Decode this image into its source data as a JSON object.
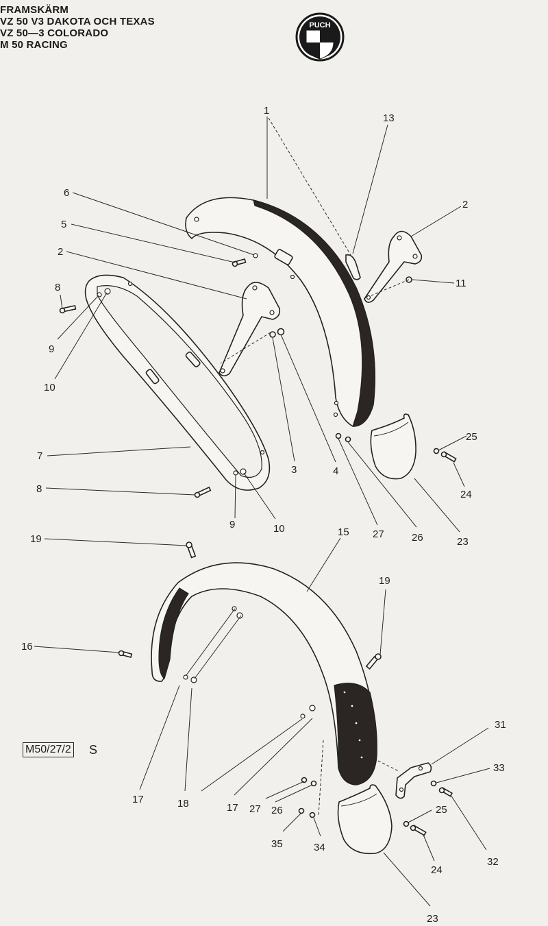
{
  "header": {
    "lines": [
      "FRAMSKÄRM",
      "VZ 50 V3 DAKOTA OCH TEXAS",
      "VZ 50—3 COLORADO",
      "M 50 RACING"
    ]
  },
  "logo": {
    "text": "PUCH",
    "icon": "puch-shield-logo"
  },
  "drawing_code": {
    "code": "M50/27/2",
    "suffix": "S"
  },
  "callouts": [
    {
      "id": "c1",
      "label": "1"
    },
    {
      "id": "c13",
      "label": "13"
    },
    {
      "id": "c6",
      "label": "6"
    },
    {
      "id": "c5",
      "label": "5"
    },
    {
      "id": "c2a",
      "label": "2"
    },
    {
      "id": "c2b",
      "label": "2"
    },
    {
      "id": "c11",
      "label": "11"
    },
    {
      "id": "c8a",
      "label": "8"
    },
    {
      "id": "c9a",
      "label": "9"
    },
    {
      "id": "c10a",
      "label": "10"
    },
    {
      "id": "c7",
      "label": "7"
    },
    {
      "id": "c3",
      "label": "3"
    },
    {
      "id": "c4",
      "label": "4"
    },
    {
      "id": "c8b",
      "label": "8"
    },
    {
      "id": "c9b",
      "label": "9"
    },
    {
      "id": "c10b",
      "label": "10"
    },
    {
      "id": "c25a",
      "label": "25"
    },
    {
      "id": "c24a",
      "label": "24"
    },
    {
      "id": "c27a",
      "label": "27"
    },
    {
      "id": "c26a",
      "label": "26"
    },
    {
      "id": "c23a",
      "label": "23"
    },
    {
      "id": "c19a",
      "label": "19"
    },
    {
      "id": "c15",
      "label": "15"
    },
    {
      "id": "c19b",
      "label": "19"
    },
    {
      "id": "c16",
      "label": "16"
    },
    {
      "id": "c31",
      "label": "31"
    },
    {
      "id": "c33",
      "label": "33"
    },
    {
      "id": "c25b",
      "label": "25"
    },
    {
      "id": "c32",
      "label": "32"
    },
    {
      "id": "c24b",
      "label": "24"
    },
    {
      "id": "c17a",
      "label": "17"
    },
    {
      "id": "c18",
      "label": "18"
    },
    {
      "id": "c17b",
      "label": "17"
    },
    {
      "id": "c27b",
      "label": "27"
    },
    {
      "id": "c26b",
      "label": "26"
    },
    {
      "id": "c35",
      "label": "35"
    },
    {
      "id": "c34",
      "label": "34"
    },
    {
      "id": "c23b",
      "label": "23"
    }
  ]
}
